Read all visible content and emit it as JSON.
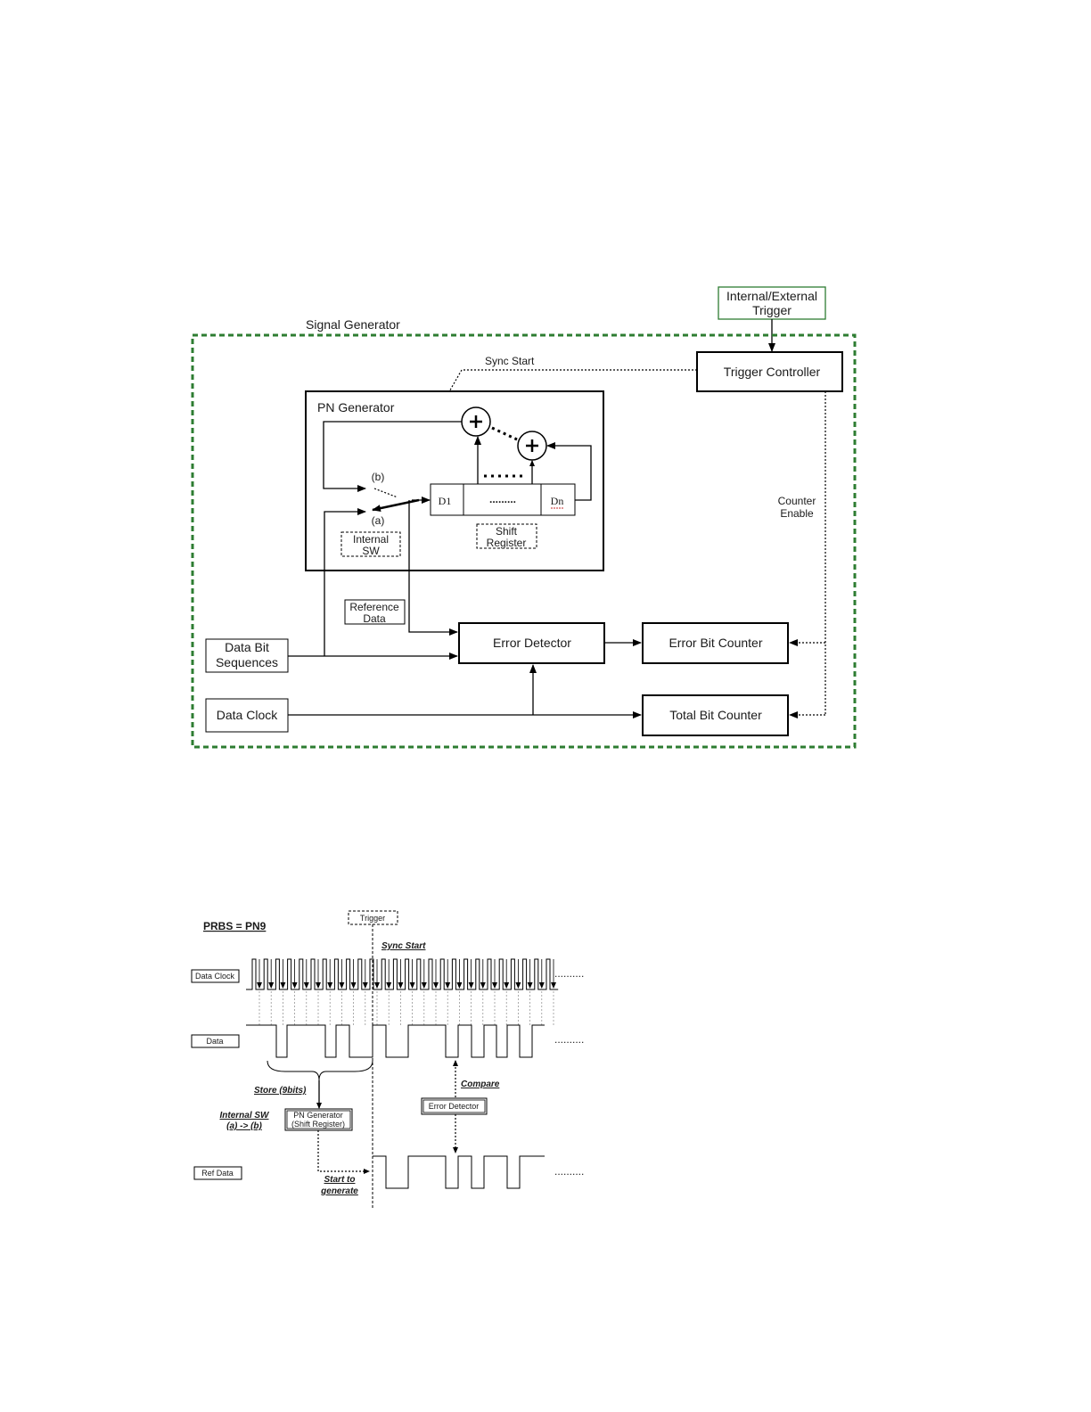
{
  "block_diagram": {
    "trigger_source": [
      "Internal/External",
      "Trigger"
    ],
    "signal_generator": "Signal Generator",
    "trigger_controller": "Trigger Controller",
    "sync_start": "Sync Start",
    "pn_generator": "PN Generator",
    "switch_b": "(b)",
    "switch_a": "(a)",
    "internal_sw": [
      "Internal",
      "SW"
    ],
    "reg_first": "D1",
    "reg_dots": ".........",
    "reg_last": "Dn",
    "shift_register": [
      "Shift",
      "Register"
    ],
    "counter_enable": [
      "Counter",
      "Enable"
    ],
    "reference_data": [
      "Reference",
      "Data"
    ],
    "data_bit_sequences": [
      "Data Bit",
      "Sequences"
    ],
    "error_detector": "Error Detector",
    "error_bit_counter": "Error Bit Counter",
    "data_clock": "Data Clock",
    "total_bit_counter": "Total Bit Counter",
    "colors": {
      "generator_border": "#2e7d32",
      "trigger_border": "#2e7d32"
    }
  },
  "timing_diagram": {
    "title": "PRBS = PN9",
    "trigger": "Trigger",
    "sync_start": "Sync Start",
    "data_clock": "Data Clock",
    "data": "Data",
    "ref_data": "Ref Data",
    "store": "Store (9bits)",
    "internal_sw": [
      "Internal SW",
      "(a) -> (b)"
    ],
    "pn_generator": [
      "PN Generator",
      "(Shift Register)"
    ],
    "compare": "Compare",
    "error_detector": "Error Detector",
    "start_to_generate": [
      "Start to",
      "generate"
    ],
    "ellipsis": "..........",
    "clock_pulses": 26
  }
}
